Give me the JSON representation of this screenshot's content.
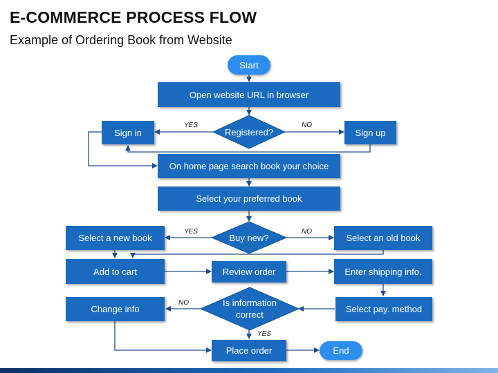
{
  "header": {
    "title": "E-COMMERCE PROCESS FLOW",
    "subtitle": "Example of Ordering Book from Website"
  },
  "colors": {
    "box": "#1a6bbf",
    "terminal": "#2d8ef0",
    "connector": "#1f4e8c"
  },
  "nodes": {
    "start": "Start",
    "open_url": "Open website URL in browser",
    "registered": "Registered?",
    "sign_in": "Sign in",
    "sign_up": "Sign up",
    "search": "On home page search book your choice",
    "select_pref": "Select your preferred book",
    "buy_new": "Buy new?",
    "new_book": "Select a new book",
    "old_book": "Select an old book",
    "add_cart": "Add to cart",
    "review": "Review order",
    "shipping": "Enter shipping info.",
    "pay": "Select pay. method",
    "info_correct": "Is information correct",
    "change_info": "Change info",
    "place_order": "Place order",
    "end": "End"
  },
  "labels": {
    "yes": "YES",
    "no": "NO"
  }
}
